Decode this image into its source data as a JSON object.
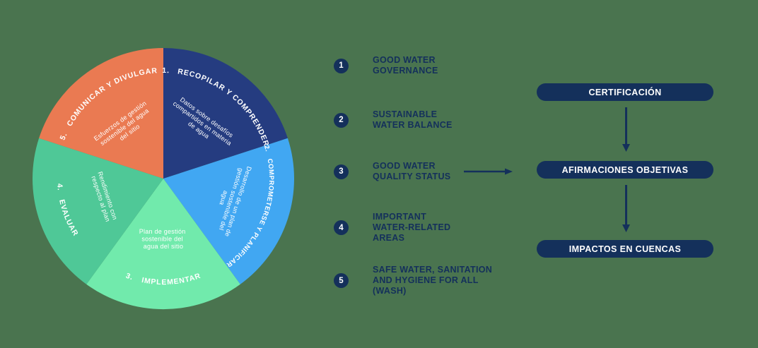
{
  "colors": {
    "background": "#4A744F",
    "navy": "#14305B",
    "white": "#FFFFFF",
    "segment_dark_blue": "#253C80",
    "segment_light_blue": "#41A7F2",
    "segment_mint": "#71EAAC",
    "segment_teal": "#4FC897",
    "segment_orange": "#EA7A52"
  },
  "pie": {
    "segments": [
      {
        "number": "1.",
        "title": "RECOPILAR Y COMPRENDER",
        "color": "#253C80",
        "sub_line1": "Datos sobre desafíos",
        "sub_line2": "compartidos en materia",
        "sub_line3": "de agua"
      },
      {
        "number": "2.",
        "title": "COMPROMETERSE Y PLANIFICAR",
        "color": "#41A7F2",
        "sub_line1": "Desarrollo de un plan de",
        "sub_line2": "gestión sostenible del",
        "sub_line3": "agua"
      },
      {
        "number": "3.",
        "title": "IMPLEMENTAR",
        "color": "#71EAAC",
        "sub_line1": "Plan de gestión",
        "sub_line2": "sostenible del",
        "sub_line3": "agua del sitio"
      },
      {
        "number": "4.",
        "title": "EVALUAR",
        "color": "#4FC897",
        "sub_line1": "Rendimiento con",
        "sub_line2": "respecto al plan",
        "sub_line3": ""
      },
      {
        "number": "5.",
        "title": "COMUNICAR Y DIVULGAR",
        "color": "#EA7A52",
        "sub_line1": "Esfuerzos de gestión",
        "sub_line2": "sostenible del agua",
        "sub_line3": "del sitio"
      }
    ]
  },
  "outcomes": {
    "items": [
      {
        "number": "1",
        "line1": "GOOD WATER",
        "line2": "GOVERNANCE",
        "line3": ""
      },
      {
        "number": "2",
        "line1": "SUSTAINABLE",
        "line2": "WATER BALANCE",
        "line3": ""
      },
      {
        "number": "3",
        "line1": "GOOD WATER",
        "line2": "QUALITY STATUS",
        "line3": ""
      },
      {
        "number": "4",
        "line1": "IMPORTANT",
        "line2": "WATER-RELATED",
        "line3": "AREAS"
      },
      {
        "number": "5",
        "line1": "SAFE WATER, SANITATION",
        "line2": "AND HYGIENE FOR ALL",
        "line3": "(WASH)"
      }
    ]
  },
  "flow": {
    "node1": "CERTIFICACIÓN",
    "node2": "AFIRMACIONES OBJETIVAS",
    "node3": "IMPACTOS EN CUENCAS"
  }
}
